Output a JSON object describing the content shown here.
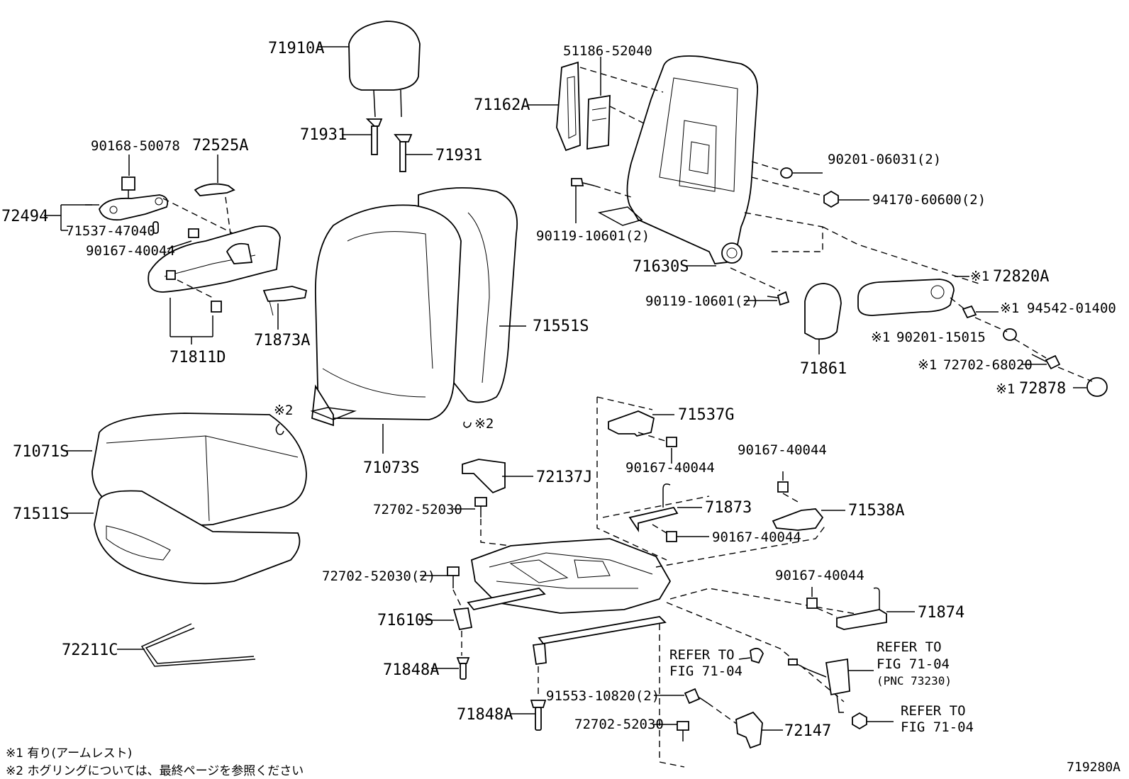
{
  "labels": {
    "p71910A": "71910A",
    "p71931a": "71931",
    "p71931b": "71931",
    "p51186": "51186-52040",
    "p71162A": "71162A",
    "p90168": "90168-50078",
    "p72525A": "72525A",
    "p72494": "72494",
    "p71537_47040": "71537-47040",
    "p90167_a": "90167-40044",
    "p71811D": "71811D",
    "p71873A": "71873A",
    "p90201_06031": "90201-06031(2)",
    "p94170": "94170-60600(2)",
    "p90119_a": "90119-10601(2)",
    "p71630S": "71630S",
    "p90119_b": "90119-10601(2)",
    "p72820A": "72820A",
    "p94542": "94542-01400",
    "p90201_15015": "90201-15015",
    "p72702_68020": "72702-68020",
    "p72878": "72878",
    "p71861": "71861",
    "p71551S": "71551S",
    "p71073S": "71073S",
    "p71071S": "71071S",
    "p71511S": "71511S",
    "p72211C": "72211C",
    "p71537G": "71537G",
    "p90167_b": "90167-40044",
    "p72137J": "72137J",
    "p72702_52030a": "72702-52030",
    "p90167_c": "90167-40044",
    "p71538A": "71538A",
    "p71873": "71873",
    "p90167_d": "90167-40044",
    "p72702_52030b": "72702-52030(2)",
    "p71610S": "71610S",
    "p90167_e": "90167-40044",
    "p71874": "71874",
    "p71848Aa": "71848A",
    "p71848Ab": "71848A",
    "refer1a": "REFER TO",
    "refer1b": "FIG 71-04",
    "refer2a": "REFER TO",
    "refer2b": "FIG 71-04",
    "refer2c": "(PNC 73230)",
    "refer3a": "REFER TO",
    "refer3b": "FIG 71-04",
    "p91553": "91553-10820(2)",
    "p72702_52030c": "72702-52030",
    "p72147": "72147"
  },
  "marks": {
    "m1": "※1",
    "m2": "※2"
  },
  "notes": {
    "note1": "※1 有り(アームレスト)",
    "note2": "※2 ホグリングについては、最終ページを参照ください"
  },
  "figure_id": "719280A"
}
